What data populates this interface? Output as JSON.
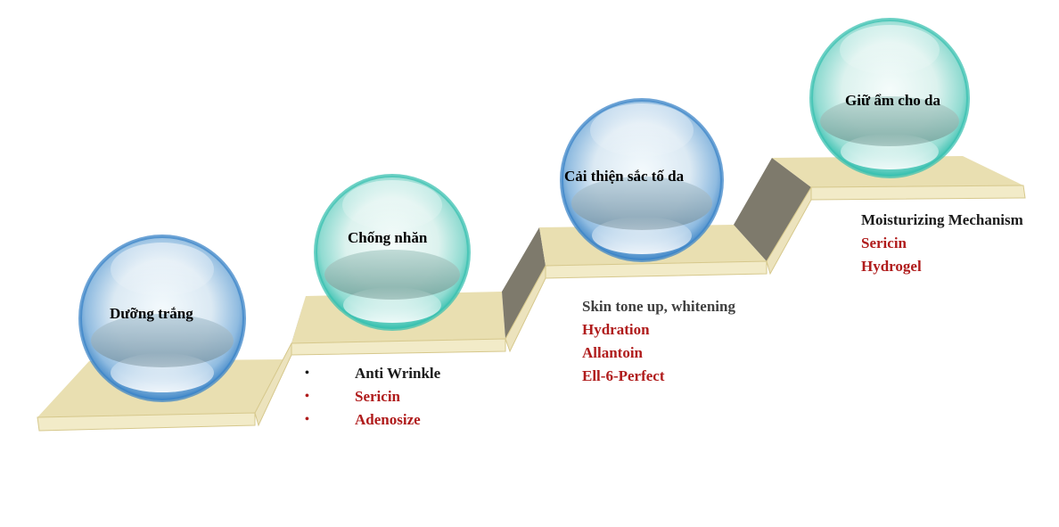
{
  "colors": {
    "step_top": "#e9dfb1",
    "step_edge": "#d6c88c",
    "riser": "#7e7a6c",
    "accent_red": "#b01c1c",
    "sphere_blue": "#3d86c8",
    "sphere_teal": "#3cc2b2"
  },
  "steps": [
    {
      "sphere_title": "Dưỡng trắng",
      "sphere_color": "blue"
    },
    {
      "sphere_title": "Chống nhăn",
      "sphere_color": "teal",
      "details": {
        "heading": "Anti Wrinkle",
        "items": [
          "Sericin",
          "Adenosize"
        ],
        "bullet": "•"
      }
    },
    {
      "sphere_title": "Cải thiện sắc tố da",
      "sphere_color": "blue",
      "details": {
        "heading": "Skin tone up, whitening",
        "items": [
          "Hydration",
          "Allantoin",
          "Ell-6-Perfect"
        ]
      }
    },
    {
      "sphere_title": "Giữ ẩm cho da",
      "sphere_color": "teal",
      "details": {
        "heading": "Moisturizing Mechanism",
        "items": [
          "Sericin",
          "Hydrogel"
        ]
      }
    }
  ]
}
